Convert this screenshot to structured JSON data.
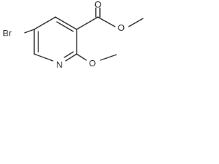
{
  "molecule": {
    "atoms": {
      "bromine": "Br",
      "ring_nitrogen": "N",
      "carbonyl_oxygen": "O",
      "ester_oxygen": "O",
      "methoxy_oxygen": "O"
    }
  }
}
